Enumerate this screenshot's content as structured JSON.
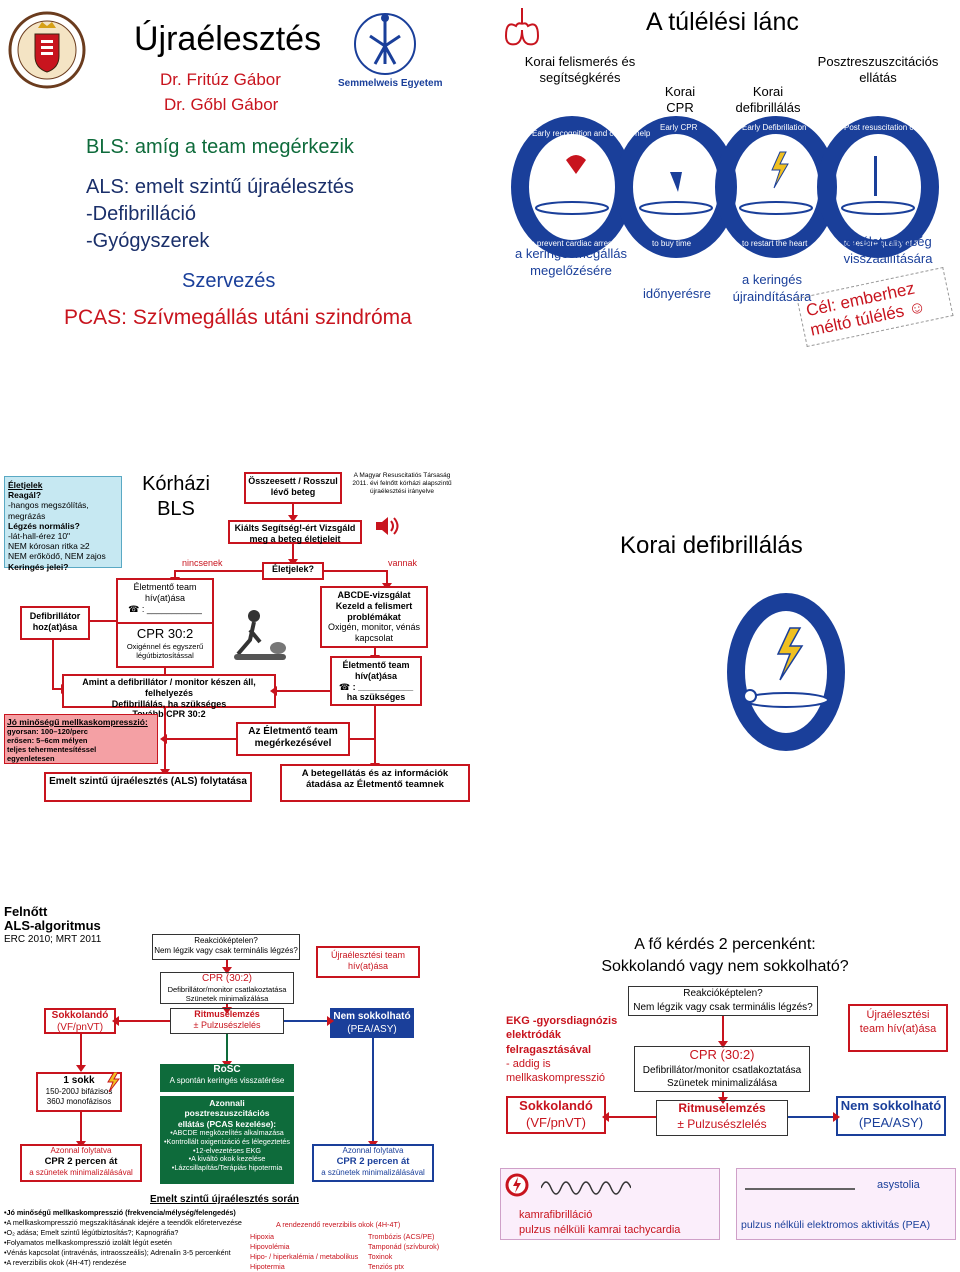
{
  "slide1": {
    "title": "Újraélesztés",
    "author1": "Dr. Fritúz Gábor",
    "author2": "Dr. Gőbl Gábor",
    "bls": "BLS: amíg a team megérkezik",
    "als": "ALS: emelt szintű újraélesztés",
    "defib": "-Defibrilláció",
    "drugs": "-Gyógyszerek",
    "org": "Szervezés",
    "pcas": "PCAS: Szívmegállás utáni szindróma",
    "logo_right_text": "Semmelweis Egyetem"
  },
  "slide2": {
    "title": "A túlélési lánc",
    "step1": "Korai felismerés és segítségkérés",
    "step2": "Korai CPR",
    "step3": "Korai defibrillálás",
    "step4": "Posztreszuszcitációs ellátás",
    "ring1": "Early recognition and call for help",
    "ring2": "Early CPR",
    "ring3": "Early Defibrillation",
    "ring4": "Post resuscitation care",
    "ring_b1": "to prevent cardiac arrest",
    "ring_b2": "to buy time",
    "ring_b3": "to restart the heart",
    "ring_b4": "to restore quality of life",
    "goal1": "a keringésmegállás megelőzésére",
    "goal2": "időnyerésre",
    "goal3": "a keringés újraindítására",
    "goal4": "az életminőség visszaállítására",
    "target": "Cél: emberhez méltó túlélés ☺"
  },
  "slide3": {
    "signs_title": "Életjelek",
    "signs_reagal": "Reagál?",
    "signs_line1": "-hangos megszólítás, megrázás",
    "signs_legzes": "Légzés normális?",
    "signs_line2": "-lát-hall-érez 10\"",
    "signs_line3": "NEM kórosan ritka ≥2",
    "signs_line4": "NEM erőködő, NEM zajos",
    "signs_kering": "Keringés jelei?",
    "title": "Kórházi BLS",
    "collapse": "Összeesett / Rosszul lévő beteg",
    "society": "A Magyar Resuscitatiós Társaság 2011. évi felnőtt kórházi alapszintű újraélesztési irányelve",
    "call_help": "Kiálts Segítség!-ért Vizsgáld meg a beteg életjeleit",
    "signs_q": "Életjelek?",
    "none": "nincsenek",
    "present": "vannak",
    "call_team": "Életmentő team hív(at)ása",
    "phone": "☎ : ___________",
    "cpr": "CPR 30:2",
    "cpr_sub": "Oxigénnel és egyszerű légútbiztosítással",
    "defib_bring": "Defibrillátor hoz(at)ása",
    "abcde": "ABCDE-vizsgálat",
    "abcde2": "Kezeld a felismert problémákat",
    "abcde3": "Oxigén, monitor, vénás kapcsolat",
    "call_team2": "Életmentő team hív(at)ása",
    "phone2": "☎ : ___________",
    "if_needed": "ha szükséges",
    "defib_line1": "Amint a defibrillátor / monitor készen áll, felhelyezés",
    "defib_line2": "Defibrillálás, ha szükséges",
    "defib_line3": "Tovább CPR 30:2",
    "quality_title": "Jó minőségű mellkaskompresszió:",
    "quality1": "gyorsan: 100–120/perc",
    "quality2": "erősen: 5–6cm mélyen",
    "quality3": "teljes tehermentesítéssel",
    "quality4": "egyenletesen",
    "arrival": "Az Életmentő team megérkezésével",
    "als": "Emelt szintű újraélesztés (ALS) folytatása",
    "handover": "A betegellátás és az információk átadása az Életmentő teamnek"
  },
  "slide4": {
    "title": "Korai defibrillálás"
  },
  "slide5": {
    "title1": "Felnőtt",
    "title2": "ALS-algoritmus",
    "subtitle": "ERC 2010; MRT 2011",
    "q1": "Reakcióképtelen?",
    "q2": "Nem légzik vagy csak terminális légzés?",
    "call": "Újraélesztési team hív(at)ása",
    "cpr": "CPR (30:2)",
    "cpr1": "Defibrillátor/monitor csatlakoztatása",
    "cpr2": "Szünetek minimalizálása",
    "rhythm": "Ritmuselemzés",
    "pulse": "± Pulzusészlelés",
    "shockable": "Sokkolandó",
    "shockable2": "(VF/pnVT)",
    "nonshock": "Nem sokkolható",
    "nonshock2": "(PEA/ASY)",
    "shock": "1 sokk",
    "shock1": "150-200J bifázisos",
    "shock2": "360J monofázisos",
    "rosc": "RoSC",
    "rosc2": "A spontán keringés visszatérése",
    "post1": "Azonnali",
    "post2": "posztreszuszcitációs",
    "post3": "ellátás (PCAS kezelése):",
    "post_items": [
      "ABCDE megközelítés alkalmazása",
      "Kontrollált oxigenizáció és lélegeztetés",
      "12-elvezetéses EKG",
      "A kiváltó okok kezelése",
      "Lázcsillapítás/Terápiás hipotermia"
    ],
    "cont1": "Azonnal folytatva",
    "cont2": "CPR 2 percen át",
    "cont3": "a szünetek minimalizálásával",
    "during": "Emelt szintű újraélesztés során",
    "notes": [
      "•Jó minőségű mellkaskompresszió (frekvencia/mélység/felengedés)",
      "•A mellkaskompresszió megszakításának idejére a teendők előretervezése",
      "•O₂ adása; Emelt szintű légútbiztosítás?; Kapnográfia?",
      "•Folyamatos mellkaskompresszió izolált légút esetén",
      "•Vénás kapcsolat (intravénás, intraosszeális); Adrenalin 3-5 percenként",
      "•A reverzibilis okok (4H-4T) rendezése"
    ],
    "rev_title": "A rendezendő reverzibilis okok (4H-4T)",
    "h_list": [
      "Hipoxia",
      "Hipovolémia",
      "Hipo- / hiperkalémia / metabolikus",
      "Hipotermia"
    ],
    "t_list": [
      "Trombózis (ACS/PE)",
      "Tamponád (szívburok)",
      "Toxinok",
      "Tenziós ptx"
    ]
  },
  "slide6": {
    "title1": "A fő kérdés 2 percenként:",
    "title2": "Sokkolandó vagy nem sokkolható?",
    "q1": "Reakcióképtelen?",
    "q2": "Nem légzik vagy csak terminális légzés?",
    "call": "Újraélesztési team hív(at)ása",
    "ekg1": "EKG -gyorsdiagnózis",
    "ekg2": "elektródák",
    "ekg3": "felragasztásával",
    "ekg4": "- addig is",
    "ekg5": "mellkaskompresszió",
    "cpr": "CPR (30:2)",
    "cpr1": "Defibrillátor/monitor csatlakoztatása",
    "cpr2": "Szünetek minimalizálása",
    "shockable": "Sokkolandó",
    "shockable2": "(VF/pnVT)",
    "rhythm": "Ritmuselemzés",
    "pulse": "± Pulzusészlelés",
    "nonshock": "Nem sokkolható",
    "nonshock2": "(PEA/ASY)",
    "vf": "kamrafibrilláció",
    "vt": "pulzus nélküli kamrai tachycardia",
    "asy": "asystolia",
    "pea": "pulzus nélküli elektromos aktivitás (PEA)"
  }
}
